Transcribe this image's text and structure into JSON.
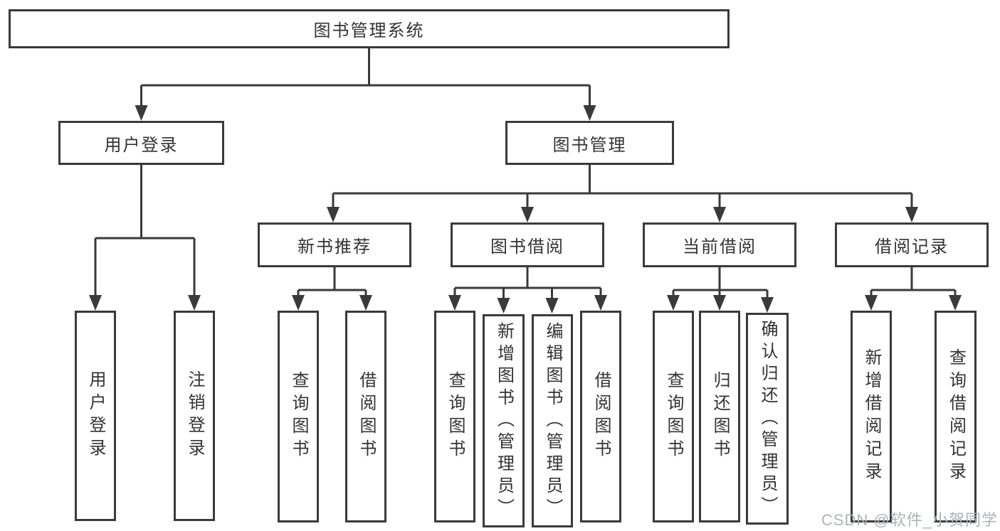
{
  "colors": {
    "line": "#3a3a3a",
    "text": "#333333",
    "box_background": "#ffffff",
    "page_background": "#ffffff",
    "watermark": "#aeb2b9"
  },
  "watermark": {
    "text": "CSDN @软件_小贺同学"
  },
  "tree": {
    "root": {
      "label": "图书管理系统"
    },
    "branches": [
      {
        "label": "用户登录",
        "children": [
          {
            "label": "用户登录"
          },
          {
            "label": "注销登录"
          }
        ]
      },
      {
        "label": "图书管理",
        "children": [
          {
            "label": "新书推荐",
            "children": [
              {
                "label": "查询图书"
              },
              {
                "label": "借阅图书"
              }
            ]
          },
          {
            "label": "图书借阅",
            "children": [
              {
                "label": "查询图书"
              },
              {
                "label": "新增图书（管理员）"
              },
              {
                "label": "编辑图书（管理员）"
              },
              {
                "label": "借阅图书"
              }
            ]
          },
          {
            "label": "当前借阅",
            "children": [
              {
                "label": "查询图书"
              },
              {
                "label": "归还图书"
              },
              {
                "label": "确认归还（管理员）"
              }
            ]
          },
          {
            "label": "借阅记录",
            "children": [
              {
                "label": "新增借阅记录"
              },
              {
                "label": "查询借阅记录"
              }
            ]
          }
        ]
      }
    ]
  }
}
